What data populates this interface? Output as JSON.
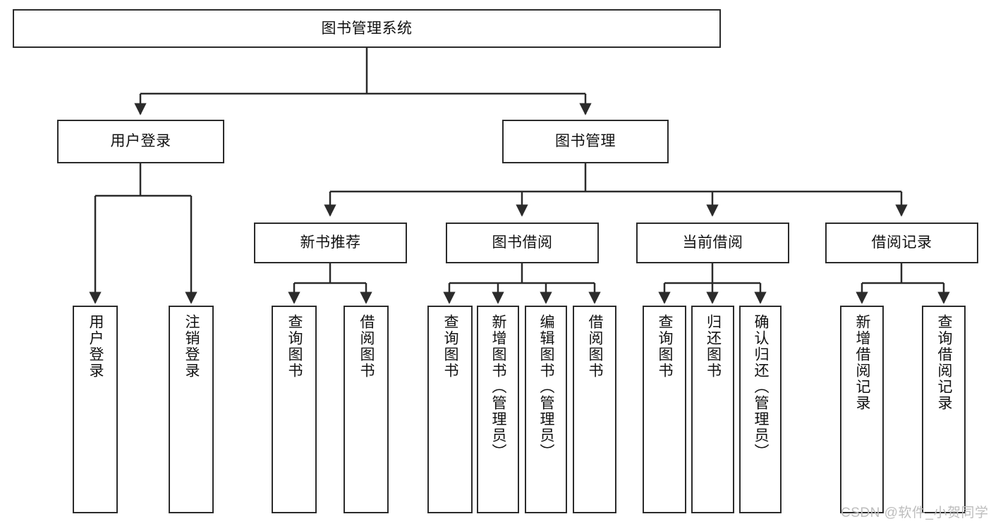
{
  "diagram": {
    "title_node": {
      "label": "图书管理系统"
    },
    "level2": [
      {
        "id": "user-login",
        "label": "用户登录"
      },
      {
        "id": "book-management",
        "label": "图书管理"
      }
    ],
    "level3": [
      {
        "id": "new-book-recommend",
        "label": "新书推荐"
      },
      {
        "id": "book-borrow",
        "label": "图书借阅"
      },
      {
        "id": "current-borrow",
        "label": "当前借阅"
      },
      {
        "id": "borrow-record",
        "label": "借阅记录"
      }
    ],
    "leaves": [
      {
        "id": "leaf-user-login",
        "label": "用户登录"
      },
      {
        "id": "leaf-logout-login",
        "label": "注销登录"
      },
      {
        "id": "leaf-query-book-1",
        "label": "查询图书"
      },
      {
        "id": "leaf-borrow-book-1",
        "label": "借阅图书"
      },
      {
        "id": "leaf-query-book-2",
        "label": "查询图书"
      },
      {
        "id": "leaf-add-book-admin",
        "label": "新增图书（管理员）"
      },
      {
        "id": "leaf-edit-book-admin",
        "label": "编辑图书（管理员）"
      },
      {
        "id": "leaf-borrow-book-2",
        "label": "借阅图书"
      },
      {
        "id": "leaf-query-book-3",
        "label": "查询图书"
      },
      {
        "id": "leaf-return-book",
        "label": "归还图书"
      },
      {
        "id": "leaf-confirm-return-admin",
        "label": "确认归还（管理员）"
      },
      {
        "id": "leaf-add-borrow-record",
        "label": "新增借阅记录"
      },
      {
        "id": "leaf-query-borrow-record",
        "label": "查询借阅记录"
      }
    ]
  },
  "watermark": {
    "text": "CSDN @软件_小贺同学"
  },
  "colors": {
    "stroke": "#2b2b2b",
    "background": "#ffffff",
    "text": "#111111",
    "watermark": "#bdbdbd"
  }
}
